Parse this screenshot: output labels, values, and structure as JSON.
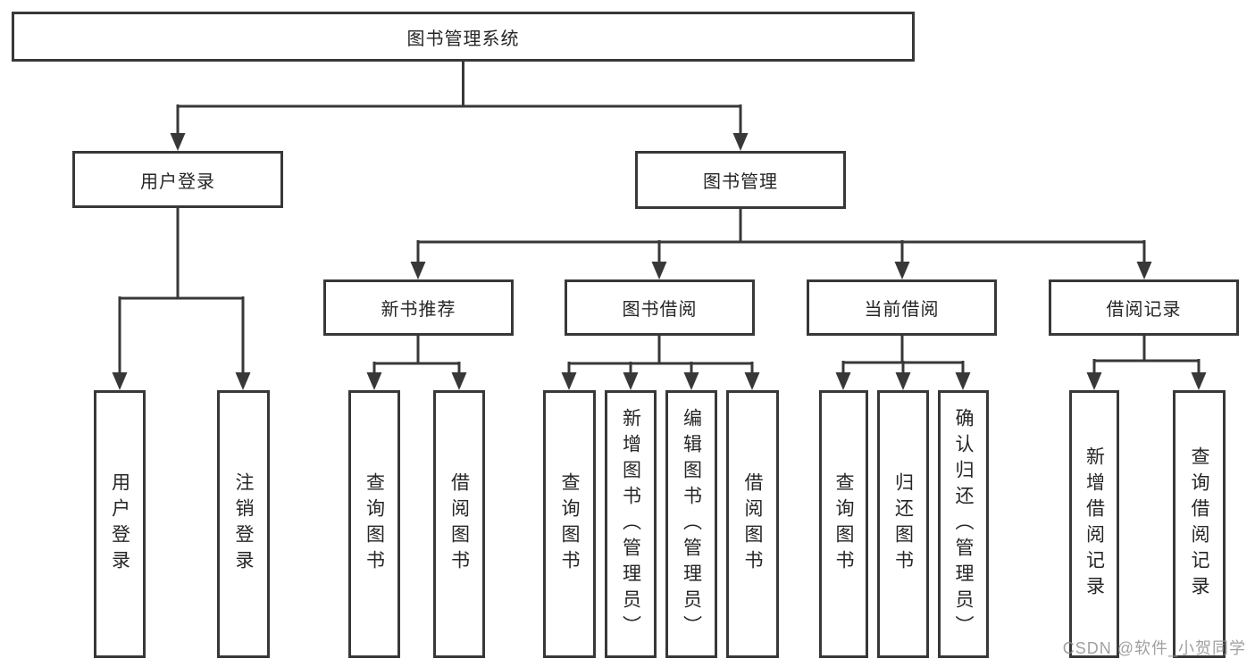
{
  "diagram_type": "hierarchy-tree",
  "tree": {
    "label": "图书管理系统",
    "children": [
      {
        "label": "用户登录",
        "children": [
          {
            "label": "用户登录"
          },
          {
            "label": "注销登录"
          }
        ]
      },
      {
        "label": "图书管理",
        "children": [
          {
            "label": "新书推荐",
            "children": [
              {
                "label": "查询图书"
              },
              {
                "label": "借阅图书"
              }
            ]
          },
          {
            "label": "图书借阅",
            "children": [
              {
                "label": "查询图书"
              },
              {
                "label": "新增图书（管理员）"
              },
              {
                "label": "编辑图书（管理员）"
              },
              {
                "label": "借阅图书"
              }
            ]
          },
          {
            "label": "当前借阅",
            "children": [
              {
                "label": "查询图书"
              },
              {
                "label": "归还图书"
              },
              {
                "label": "确认归还（管理员）"
              }
            ]
          },
          {
            "label": "借阅记录",
            "children": [
              {
                "label": "新增借阅记录"
              },
              {
                "label": "查询借阅记录"
              }
            ]
          }
        ]
      }
    ]
  },
  "watermark": {
    "text": "CSDN @软件_小贺同学"
  },
  "colors": {
    "line": "#383838",
    "box_border": "#383838",
    "text": "#262626",
    "background": "#ffffff",
    "watermark": "#919191"
  }
}
